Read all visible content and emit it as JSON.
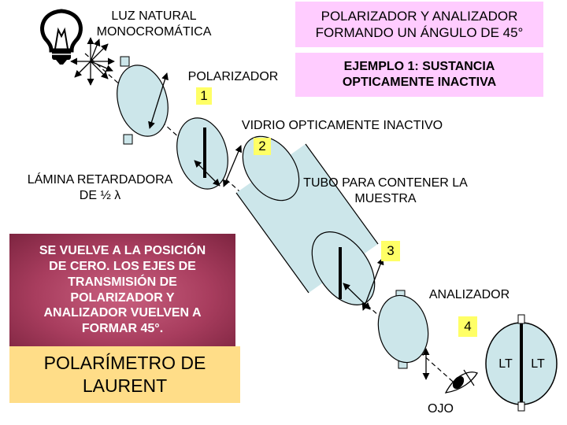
{
  "labels": {
    "light_line1": "LUZ NATURAL",
    "light_line2": "MONOCROMÁTICA",
    "config_line1": "POLARIZADOR Y ANALIZADOR",
    "config_line2": "FORMANDO UN ÁNGULO DE 45°",
    "example_line1": "EJEMPLO 1: SUSTANCIA",
    "example_line2": "OPTICAMENTE INACTIVA",
    "polarizer": "POLARIZADOR",
    "glass": "VIDRIO OPTICAMENTE INACTIVO",
    "plate_line1": "LÁMINA RETARDADORA",
    "plate_line2": "DE ½ λ",
    "tube_line1": "TUBO PARA CONTENER LA",
    "tube_line2": "MUESTRA",
    "analyzer": "ANALIZADOR",
    "eye": "OJO",
    "lt_left": "LT",
    "lt_right": "LT"
  },
  "numbers": {
    "n1": "1",
    "n2": "2",
    "n3": "3",
    "n4": "4"
  },
  "boxes": {
    "zero_line1": "SE VUELVE A LA POSICIÓN",
    "zero_line2": "DE CERO. LOS EJES DE",
    "zero_line3": "TRANSMISIÓN DE",
    "zero_line4": "POLARIZADOR Y",
    "zero_line5": "ANALIZADOR VUELVEN A",
    "zero_line6": "FORMAR 45°.",
    "title_line1": "POLARÍMETRO DE",
    "title_line2": "LAURENT"
  },
  "colors": {
    "optic_fill": "#cce6ea",
    "config_box": "#ffccff",
    "number_tag": "#ffff66",
    "zero_box": "#a83d5e",
    "title_box": "#ffdd88"
  },
  "icons": {
    "lamp": "light-bulb-icon",
    "eye": "eye-icon"
  }
}
